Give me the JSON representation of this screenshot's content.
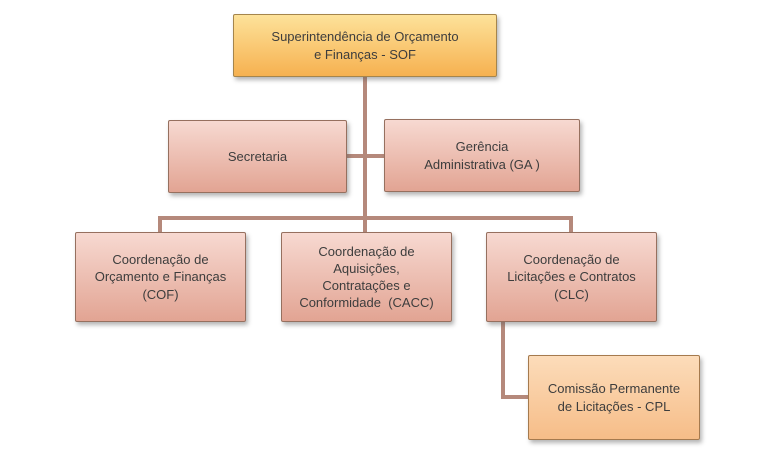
{
  "org_chart": {
    "type": "org-chart",
    "nodes": {
      "sof": {
        "label": "Superintendência de Orçamento\ne Finanças - SOF"
      },
      "secretaria": {
        "label": "Secretaria"
      },
      "ga": {
        "label": "Gerência\nAdministrativa (GA )"
      },
      "cof": {
        "label": "Coordenação de\nOrçamento e Finanças\n(COF)"
      },
      "cacc": {
        "label": "Coordenação de\nAquisições,\nContratações e\nConformidade  (CACC)"
      },
      "clc": {
        "label": "Coordenação de\nLicitações e Contratos\n(CLC)"
      },
      "cpl": {
        "label": "Comissão Permanente\nde Licitações - CPL"
      }
    },
    "edges": [
      {
        "from": "sof",
        "to": "secretaria"
      },
      {
        "from": "sof",
        "to": "ga"
      },
      {
        "from": "sof",
        "to": "cof"
      },
      {
        "from": "sof",
        "to": "cacc"
      },
      {
        "from": "sof",
        "to": "clc"
      },
      {
        "from": "clc",
        "to": "cpl"
      }
    ]
  },
  "theme": {
    "background": "#ffffff",
    "connector": "#b5897b",
    "text": "#3d3d3d",
    "gold_top": "#fde29a",
    "gold_bottom": "#f6b150",
    "gold_border": "#a5854c",
    "pink_top": "#f7d9d1",
    "pink_bottom": "#e2a493",
    "pink_border": "#96705f",
    "peach_top": "#fcdcba",
    "peach_bottom": "#f6bd88",
    "peach_border": "#a57a4e"
  }
}
